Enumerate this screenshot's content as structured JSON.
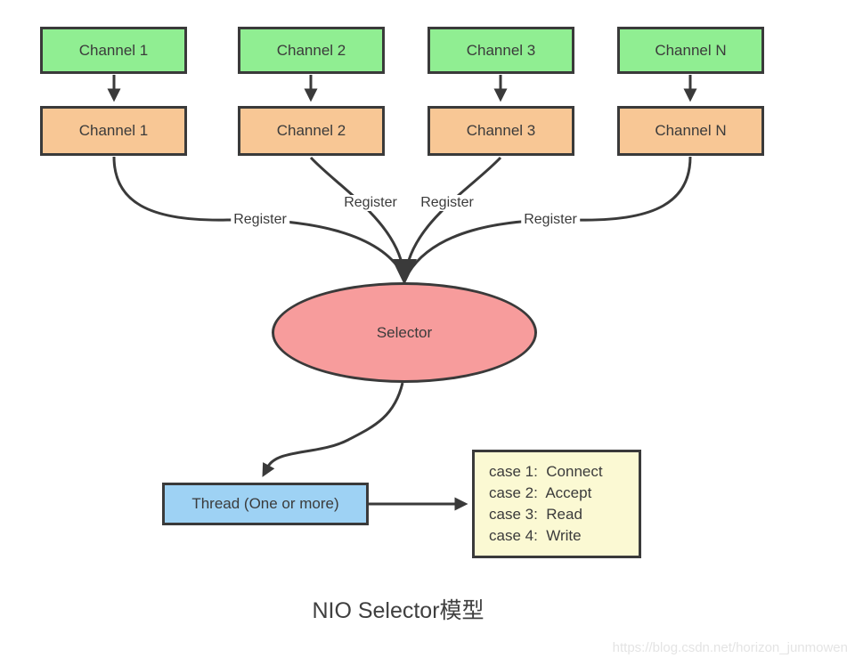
{
  "title": "NIO Selector模型",
  "watermark": "https://blog.csdn.net/horizon_junmowen",
  "channels": {
    "source_row": [
      "Channel 1",
      "Channel 2",
      "Channel 3",
      "Channel N"
    ],
    "registered_row": [
      "Channel 1",
      "Channel 2",
      "Channel 3",
      "Channel N"
    ]
  },
  "register_labels": [
    "Register",
    "Register",
    "Register",
    "Register"
  ],
  "selector_label": "Selector",
  "thread_label": "Thread (One or more)",
  "case_box": {
    "lines": [
      "case 1:  Connect",
      "case 2:  Accept",
      "case 3:  Read",
      "case 4:  Write"
    ]
  },
  "colors": {
    "channel_source_fill": "#90EE92",
    "channel_registered_fill": "#F8C795",
    "selector_fill": "#F79C9C",
    "thread_fill": "#9ED2F4",
    "case_fill": "#FBF9D3",
    "stroke": "#3A3A3A",
    "text": "#3B3B3B",
    "watermark_text": "#E4E4E4"
  }
}
